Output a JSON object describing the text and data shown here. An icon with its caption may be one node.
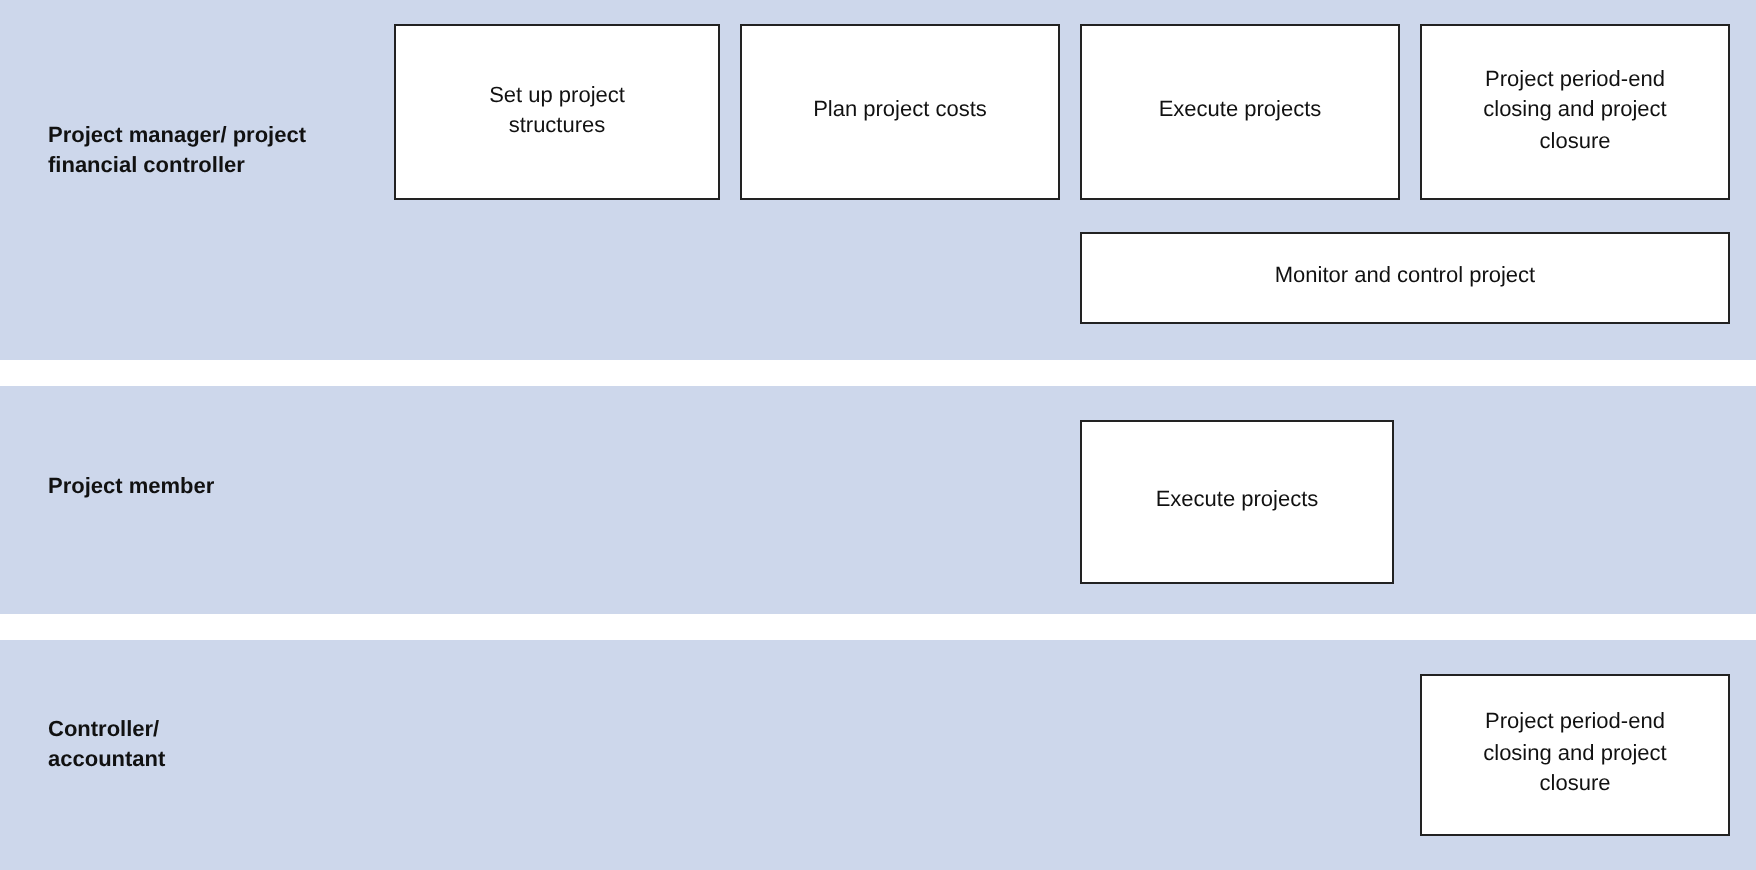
{
  "diagram": {
    "nodes": [
      {
        "text": [
          "Project manager/ project financial controller"
        ]
      },
      {
        "text": [
          "Set up project structures"
        ],
        "in": 0
      },
      {
        "text": [
          "Plan project costs"
        ],
        "in": 0
      },
      {
        "text": [
          "Execute projects"
        ],
        "in": 0
      },
      {
        "text": [
          "Project period-end closing and project closure"
        ],
        "in": 0
      },
      {
        "text": [
          "Monitor and control project"
        ],
        "in": 0
      },
      {
        "text": [
          "Project member"
        ]
      },
      {
        "text": [
          "Execute projects"
        ],
        "in": 6
      },
      {
        "text": [
          "Controller/ accountant"
        ]
      },
      {
        "text": [
          "Project period-end closing and project closure"
        ],
        "in": 8
      }
    ]
  }
}
